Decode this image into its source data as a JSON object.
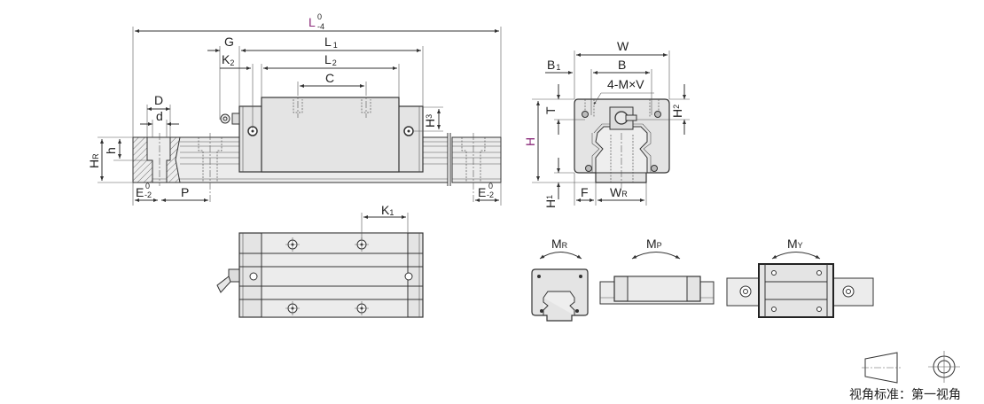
{
  "side_view": {
    "L": {
      "main": "L",
      "sup": "0",
      "sub": "-4"
    },
    "G": "G",
    "L1": {
      "main": "L",
      "sub": "1"
    },
    "K2": {
      "main": "K",
      "sub": "2"
    },
    "L2": {
      "main": "L",
      "sub": "2"
    },
    "C": "C",
    "D": "D",
    "d": "d",
    "h": "h",
    "HR": {
      "main": "H",
      "sub": "R"
    },
    "H3": {
      "main": "H",
      "sub": "3"
    },
    "E_left": {
      "main": "E",
      "sup": "0",
      "sub": "-2"
    },
    "P": "P",
    "E_right": {
      "main": "E",
      "sup": "0",
      "sub": "-2"
    }
  },
  "end_view": {
    "W": "W",
    "B1": {
      "main": "B",
      "sub": "1"
    },
    "B": "B",
    "MxV": "4-M×V",
    "T": "T",
    "H": "H",
    "H2": {
      "main": "H",
      "sub": "2"
    },
    "H1": {
      "main": "H",
      "sub": "1"
    },
    "F": "F",
    "WR": {
      "main": "W",
      "sub": "R"
    }
  },
  "top_view": {
    "K1": {
      "main": "K",
      "sub": "1"
    }
  },
  "moments": {
    "MR": {
      "main": "M",
      "sub": "R"
    },
    "MP": {
      "main": "M",
      "sub": "P"
    },
    "MY": {
      "main": "M",
      "sub": "Y"
    }
  },
  "projection": {
    "caption": "视角标准：第一视角"
  },
  "colors": {
    "accent": "#8b2a7a",
    "fill": "#e4e4e4",
    "line": "#333333"
  }
}
